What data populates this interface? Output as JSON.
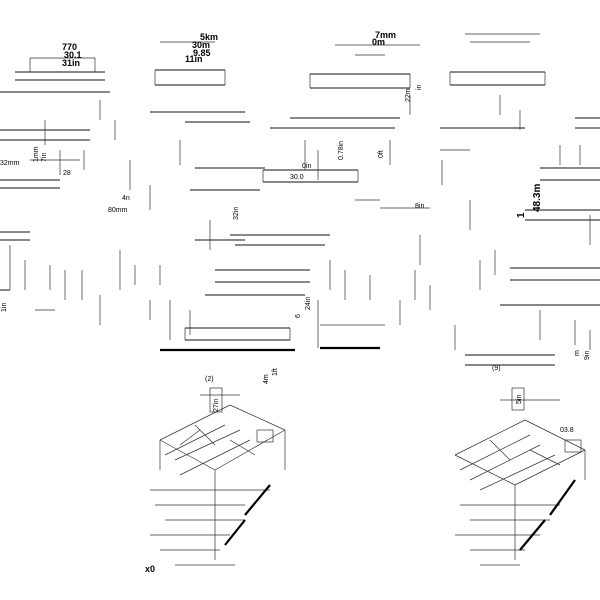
{
  "labels": {
    "l1": "5km",
    "l2": "30m",
    "l3": "9.85",
    "l4": "11in",
    "l5": "770",
    "l6": "30.1",
    "l7": "31in",
    "l8": "7mm",
    "l9": "0m",
    "l10": "0in",
    "l11": "30.0",
    "l12": "48.3m",
    "l13": "1",
    "l14": "80mm",
    "l15": "4n",
    "l16": "32mm",
    "l17": "1mm",
    "l18": "7in",
    "l19": "28",
    "l20": "6",
    "l21": "24in",
    "l22": "0.78in",
    "l23": "22m",
    "l24": "in",
    "l25": "8in",
    "l26": "4m",
    "l27": "27in",
    "l28": "1ft",
    "l29": "5in",
    "l30": "03.8",
    "l31": "x0",
    "l32": "0ft",
    "l33": "32in",
    "l34": "9in",
    "l35": "m",
    "l36": "1in",
    "l37": "(2)",
    "l38": "(9)"
  }
}
